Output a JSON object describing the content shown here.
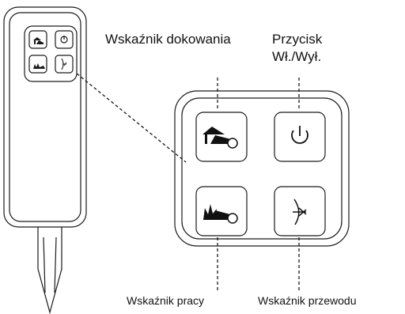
{
  "labels": {
    "docking": "Wskaźnik dokowania",
    "power_line1": "Przycisk",
    "power_line2": "Wł./Wył.",
    "work": "Wskaźnik pracy",
    "wire": "Wskaźnik przewodu"
  },
  "icons": {
    "docking": "docking-house-mower-icon",
    "power": "power-icon",
    "work": "grass-mower-icon",
    "wire": "wire-scissors-icon"
  }
}
